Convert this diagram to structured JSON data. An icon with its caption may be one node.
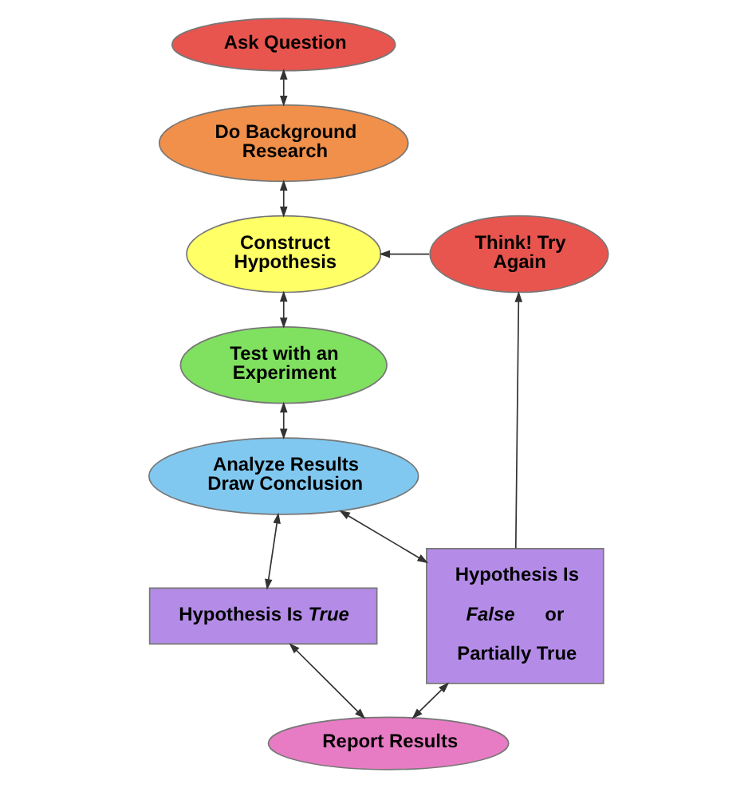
{
  "diagram": {
    "nodes": [
      {
        "text": [
          "Ask Question"
        ]
      },
      {
        "text": [
          "Do Background Research"
        ]
      },
      {
        "text": [
          "Construct Hypothesis"
        ]
      },
      {
        "text": [
          "Think! Try Again"
        ]
      },
      {
        "text": [
          "Test with an Experiment"
        ]
      },
      {
        "text": [
          "Analyze Results Draw Conclusion"
        ]
      },
      {
        "text": [
          "Hypothesis Is *True*"
        ]
      },
      {
        "text": [
          "Hypothesis Is *False* or Partially True"
        ]
      },
      {
        "text": [
          "Report Results"
        ]
      }
    ],
    "edges": [
      {
        "from": 0,
        "to": 1,
        "arrow": "both"
      },
      {
        "from": 1,
        "to": 2,
        "arrow": "both"
      },
      {
        "from": 2,
        "to": 4,
        "arrow": "both"
      },
      {
        "from": 4,
        "to": 5,
        "arrow": "both"
      },
      {
        "from": 5,
        "to": 6,
        "arrow": "both"
      },
      {
        "from": 5,
        "to": 7,
        "arrow": "both"
      },
      {
        "from": 6,
        "to": 8,
        "arrow": "both"
      },
      {
        "from": 7,
        "to": 8,
        "arrow": "both"
      },
      {
        "from": 7,
        "to": 3,
        "arrow": "to"
      },
      {
        "from": 3,
        "to": 2,
        "arrow": "to"
      }
    ]
  }
}
